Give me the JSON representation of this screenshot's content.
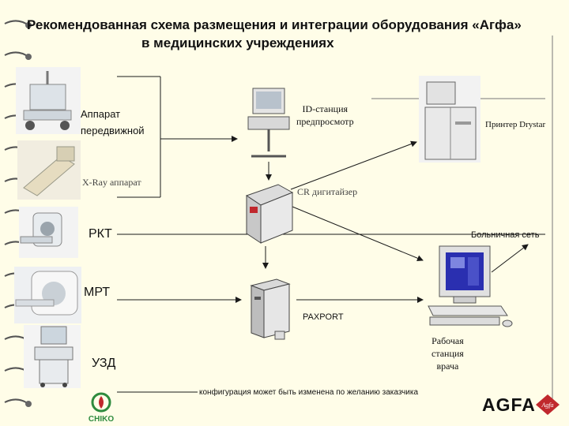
{
  "title": {
    "line1": "Рекомендованная схема размещения и интеграции оборудования «Агфа»",
    "line2": "в медицинских учреждениях"
  },
  "devices": {
    "mobile": "Аппарат передвижной",
    "mobile_l1": "Аппарат",
    "mobile_l2": "передвижной",
    "xray": "X-Ray аппарат",
    "rkt": "РКТ",
    "mrt": "МРТ",
    "uzd": "УЗД"
  },
  "nodes": {
    "id_station_l1": "ID-станция",
    "id_station_l2": "предпросмотр",
    "cr_digitizer": "CR дигитайзер",
    "printer": "Принтер Drystar",
    "hospital_net": "Больничная сеть",
    "paxport": "PAXPORT",
    "workstation_l1": "Рабочая",
    "workstation_l2": "станция",
    "workstation_l3": "врача"
  },
  "footer": {
    "note": "конфигурация может быть изменена по желанию заказчика",
    "agfa_logo": "AGFA",
    "chiko_logo": "CHIKO"
  },
  "colors": {
    "background": "#fffde8",
    "line": "#1a1a1a",
    "accent_red": "#c0282d",
    "chiko_green": "#2e8b3e"
  }
}
